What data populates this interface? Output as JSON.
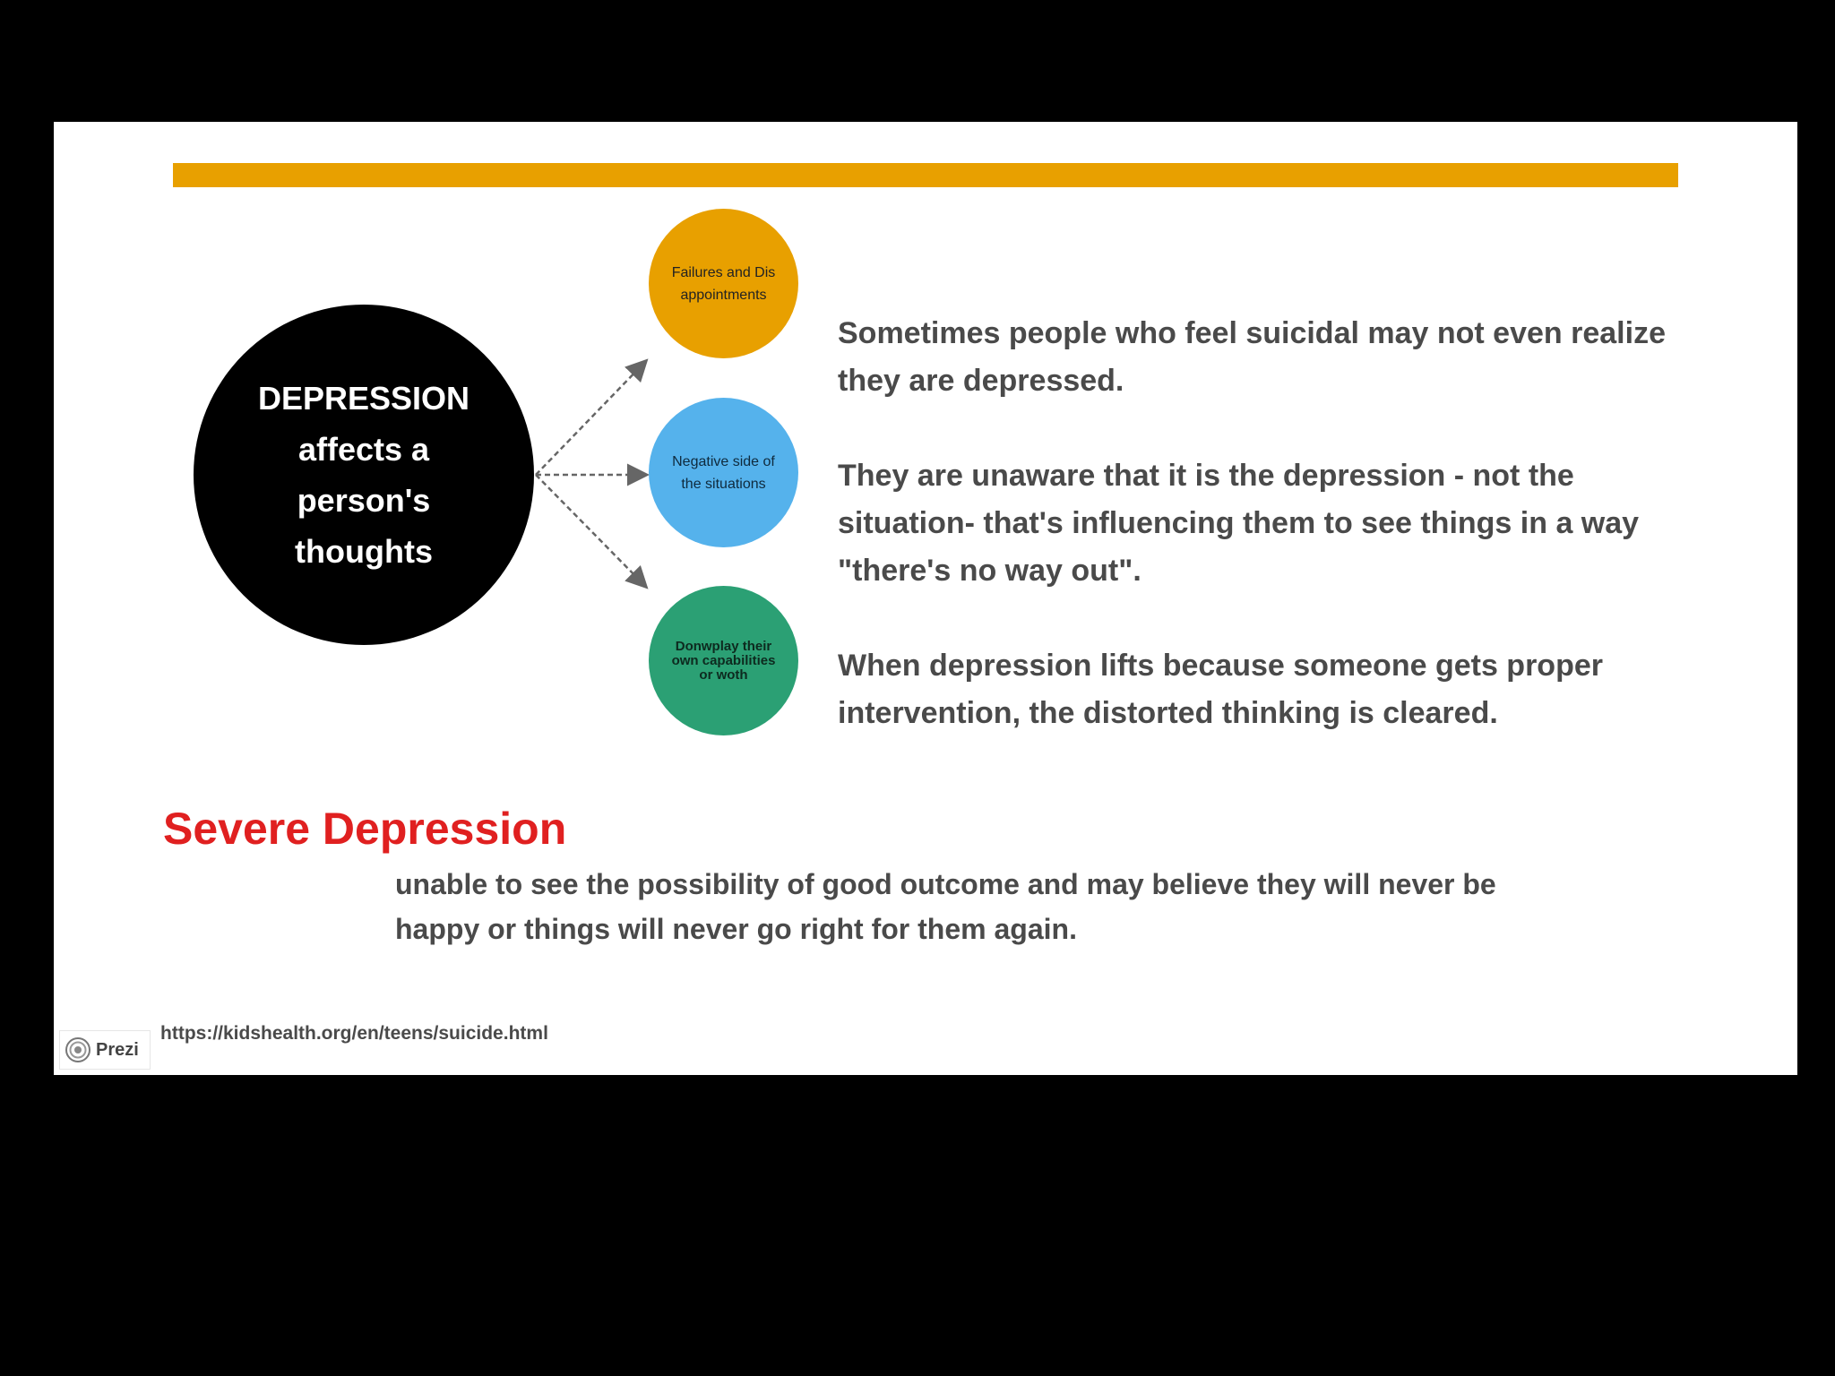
{
  "slide": {
    "accent_color": "#E8A000",
    "main_circle": {
      "text": "DEPRESSION affects a person's thoughts",
      "color": "#000000"
    },
    "circles": [
      {
        "label": "Failures and Disappointments",
        "color": "#E8A000"
      },
      {
        "label": "Negative side of the situations",
        "color": "#55B2EC"
      },
      {
        "label": "Donwplay their own capabilities or woth",
        "color": "#2BA074"
      }
    ],
    "paragraphs": [
      "Sometimes people who feel suicidal may not even realize they are depressed.",
      "They are unaware that it is the depression - not the situation- that's influencing them to see things in a way \"there's no way out\".",
      "When depression lifts because someone gets proper intervention, the distorted thinking is cleared."
    ],
    "severe": {
      "heading": "Severe Depression",
      "heading_color": "#E02020",
      "description": "unable to see the possibility of good outcome and may believe they will never be happy or things will never go right for them again."
    },
    "source_url": "https://kidshealth.org/en/teens/suicide.html"
  },
  "branding": {
    "label": "Prezi",
    "icon": "prezi-logo-icon"
  }
}
